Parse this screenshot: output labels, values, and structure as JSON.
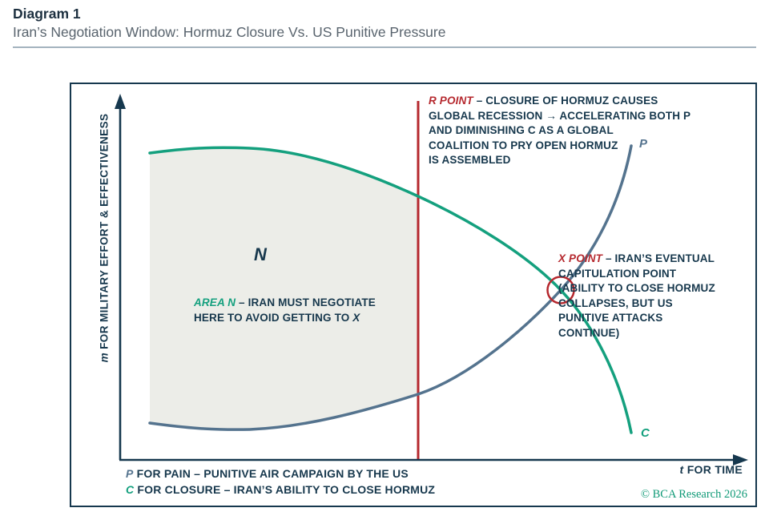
{
  "colors": {
    "navy_text_axes": "#17384d",
    "green_curve": "#14a07e",
    "blue_gray_curve": "#54738e",
    "red_accent": "#b5282e",
    "area_fill": "#ecede8"
  },
  "header": {
    "title": "Diagram 1",
    "subtitle": "Iran’s Negotiation Window: Hormuz Closure Vs. US Punitive Pressure"
  },
  "axes": {
    "y_prefix": "m",
    "y_label": " FOR MILITARY EFFORT & EFFECTIVENESS",
    "x_prefix": "t",
    "x_label": " FOR TIME"
  },
  "curves": {
    "p_label": "P",
    "c_label": "C",
    "p_description": "rising curve — US punitive pain over time",
    "c_description": "falling curve — Iran's ability to close Hormuz over time"
  },
  "notes": {
    "r_point": {
      "label": "R POINT",
      "rest": " – CLOSURE OF HORMUZ CAUSES",
      "line2": "GLOBAL RECESSION → ACCELERATING BOTH P",
      "line3": "AND DIMINISHING C AS A GLOBAL",
      "line4": "COALITION TO PRY OPEN HORMUZ",
      "line5": "IS ASSEMBLED"
    },
    "x_point": {
      "label": "X POINT",
      "rest": " – IRAN’S EVENTUAL",
      "line2": "CAPITULATION POINT",
      "line3": "(ABILITY TO CLOSE HORMUZ",
      "line4": "COLLAPSES, BUT US",
      "line5": "PUNITIVE ATTACKS",
      "line6": "CONTINUE)"
    },
    "area_n": {
      "big_label": "N",
      "label": "AREA N",
      "rest": " – IRAN MUST NEGOTIATE",
      "line2": "HERE TO AVOID GETTING TO ",
      "line2_suffix": "X"
    }
  },
  "legend": {
    "p": {
      "prefix": "P",
      "text": " FOR PAIN – PUNITIVE AIR CAMPAIGN BY THE US"
    },
    "c": {
      "prefix": "C",
      "text": " FOR CLOSURE – IRAN’S ABILITY TO CLOSE HORMUZ"
    }
  },
  "footer": {
    "copyright": "© BCA Research 2026"
  }
}
